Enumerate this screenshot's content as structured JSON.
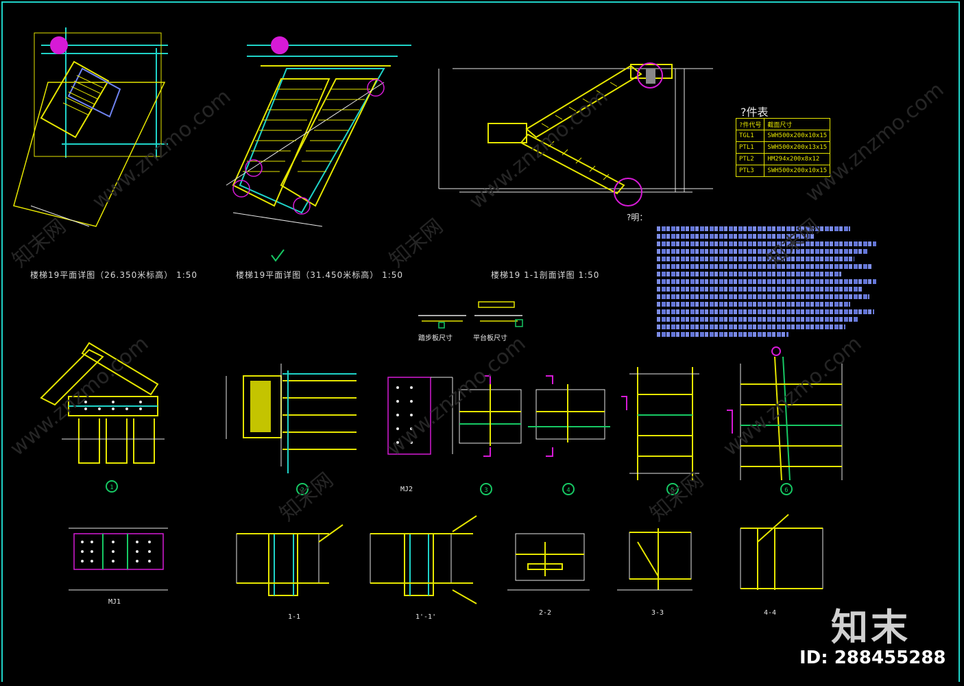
{
  "captions": {
    "plan1": "楼梯19平面详图（26.350米标高）  1:50",
    "plan2": "楼梯19平面详图（31.450米标高）  1:50",
    "section": "楼梯19    1-1剖面详图   1:50",
    "sub_left": "踏步板尺寸",
    "sub_right": "平台板尺寸",
    "mj2": "MJ2",
    "mj1": "MJ1",
    "cut_1_1": "1-1",
    "cut_1p_1p": "1'-1'",
    "cut_2_2": "2-2",
    "cut_3_3": "3-3",
    "cut_4_4": "4-4"
  },
  "detail_numbers": [
    "1",
    "2",
    "3",
    "4",
    "5",
    "6"
  ],
  "components": {
    "title": "?件表",
    "rows": [
      [
        "TGL1",
        "SWH500x200x10x15"
      ],
      [
        "PTL1",
        "SWH500x200x13x15"
      ],
      [
        "PTL2",
        "HM294x200x8x12"
      ],
      [
        "PTL3",
        "SWH500x200x10x15"
      ]
    ]
  },
  "notes": {
    "title": "?明："
  },
  "watermark": {
    "cn": "知末网",
    "en": "www.znzmo.com"
  },
  "brand": "知末",
  "image_id": "ID: 288455288",
  "colors": {
    "background": "#000000",
    "frame": "#1fd3c8",
    "yellow": "#e6e600",
    "cyan": "#1fd3c8",
    "magenta": "#d61ad6",
    "green": "#17c964",
    "blue": "#6f83f0",
    "white": "#e8e8e8"
  }
}
